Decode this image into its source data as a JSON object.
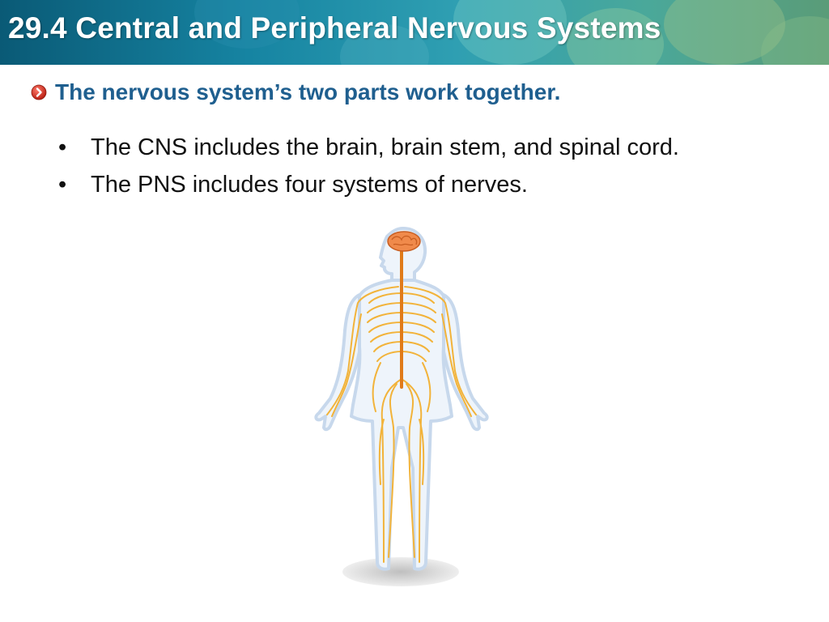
{
  "header": {
    "title": "29.4 Central and Peripheral Nervous Systems"
  },
  "subhead": {
    "icon": "red-circle-arrow-icon",
    "text": "The nervous system’s two parts work together."
  },
  "bullets": [
    {
      "marker": "•",
      "text": "The CNS includes the brain, brain stem, and spinal cord."
    },
    {
      "marker": "•",
      "text": "The PNS includes four systems of nerves."
    }
  ],
  "illustration": {
    "subject": "human-nervous-system-figure"
  },
  "colors": {
    "title_text": "#ffffff",
    "subhead_text": "#1f5f8f",
    "body_text": "#111111",
    "nerve": "#f2b33a",
    "spinal_cord": "#e07b1a",
    "brain": "#f08a4b",
    "body_outline": "#c7d8ec"
  }
}
